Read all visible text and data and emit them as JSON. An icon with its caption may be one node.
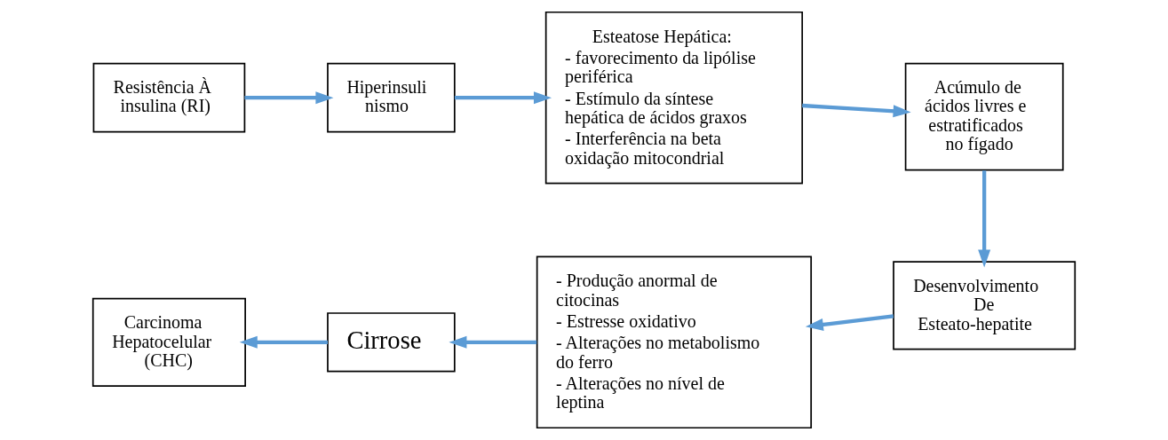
{
  "diagram": {
    "nodes": [
      {
        "text": [
          "Resistência À insulina (RI)"
        ]
      },
      {
        "text": [
          "Hiperinsuli nismo"
        ]
      },
      {
        "text": [
          "Esteatose Hepática:",
          "- favorecimento da lipólise periférica",
          "- Estímulo da síntese hepática de ácidos graxos",
          "- Interferência na beta oxidação mitocondrial"
        ]
      },
      {
        "text": [
          "Acúmulo de ácidos livres e estratificados no fígado"
        ]
      },
      {
        "text": [
          "Desenvolvimento De Esteato-hepatite"
        ]
      },
      {
        "text": [
          "- Produção anormal de citocinas",
          "- Estresse oxidativo",
          "- Alterações no metabolismo do ferro",
          "- Alterações no nível de leptina"
        ]
      },
      {
        "text": [
          "Cirrose"
        ]
      },
      {
        "text": [
          "Carcinoma Hepatocelular (CHC)"
        ]
      }
    ],
    "edges": [
      {
        "from": 0,
        "to": 1,
        "arrow": "to"
      },
      {
        "from": 1,
        "to": 2,
        "arrow": "to"
      },
      {
        "from": 2,
        "to": 3,
        "arrow": "to"
      },
      {
        "from": 3,
        "to": 4,
        "arrow": "to"
      },
      {
        "from": 4,
        "to": 5,
        "arrow": "to"
      },
      {
        "from": 5,
        "to": 6,
        "arrow": "to"
      },
      {
        "from": 6,
        "to": 7,
        "arrow": "to"
      }
    ]
  }
}
